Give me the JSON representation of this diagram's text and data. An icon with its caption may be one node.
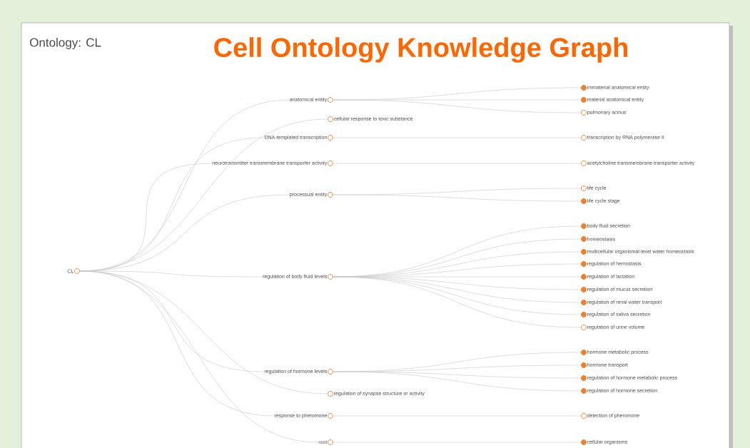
{
  "diagram": {
    "title": "Cell Ontology Knowledge Graph",
    "nodes": [
      {
        "text": [
          "CL"
        ]
      },
      {
        "text": [
          "anatomical entity"
        ]
      },
      {
        "text": [
          "cellular response to toxic substance"
        ]
      },
      {
        "text": [
          "DNA-templated transcription"
        ]
      },
      {
        "text": [
          "neurotransmitter transmembrane transporter activity"
        ]
      },
      {
        "text": [
          "processual entity"
        ]
      },
      {
        "text": [
          "regulation of body fluid levels"
        ]
      },
      {
        "text": [
          "regulation of hormone levels"
        ]
      },
      {
        "text": [
          "regulation of synapse structure or activity"
        ]
      },
      {
        "text": [
          "response to pheromone"
        ]
      },
      {
        "text": [
          "root"
        ]
      },
      {
        "text": [
          "immaterial anatomical entity"
        ]
      },
      {
        "text": [
          "material anatomical entity"
        ]
      },
      {
        "text": [
          "pulmonary acinus"
        ]
      },
      {
        "text": [
          "transcription by RNA polymerase II"
        ]
      },
      {
        "text": [
          "acetylcholine transmembrane transporter activity"
        ]
      },
      {
        "text": [
          "life cycle"
        ]
      },
      {
        "text": [
          "life cycle stage"
        ]
      },
      {
        "text": [
          "body fluid secretion"
        ]
      },
      {
        "text": [
          "homeostasis"
        ]
      },
      {
        "text": [
          "multicellular organismal-level water homeostasis"
        ]
      },
      {
        "text": [
          "regulation of hemostasis"
        ]
      },
      {
        "text": [
          "regulation of lactation"
        ]
      },
      {
        "text": [
          "regulation of mucus secretion"
        ]
      },
      {
        "text": [
          "regulation of renal water transport"
        ]
      },
      {
        "text": [
          "regulation of saliva secretion"
        ]
      },
      {
        "text": [
          "regulation of urine volume"
        ]
      },
      {
        "text": [
          "hormone metabolic process"
        ]
      },
      {
        "text": [
          "hormone transport"
        ]
      },
      {
        "text": [
          "regulation of hormone metabolic process"
        ]
      },
      {
        "text": [
          "regulation of hormone secretion"
        ]
      },
      {
        "text": [
          "detection of pheromone"
        ]
      },
      {
        "text": [
          "cellular organisms"
        ]
      }
    ],
    "edges": [
      {
        "from": 0,
        "to": 1,
        "arrow": "none"
      },
      {
        "from": 0,
        "to": 2,
        "arrow": "none"
      },
      {
        "from": 0,
        "to": 3,
        "arrow": "none"
      },
      {
        "from": 0,
        "to": 4,
        "arrow": "none"
      },
      {
        "from": 0,
        "to": 5,
        "arrow": "none"
      },
      {
        "from": 0,
        "to": 6,
        "arrow": "none"
      },
      {
        "from": 0,
        "to": 7,
        "arrow": "none"
      },
      {
        "from": 0,
        "to": 8,
        "arrow": "none"
      },
      {
        "from": 0,
        "to": 9,
        "arrow": "none"
      },
      {
        "from": 0,
        "to": 10,
        "arrow": "none"
      },
      {
        "from": 1,
        "to": 11,
        "arrow": "none"
      },
      {
        "from": 1,
        "to": 12,
        "arrow": "none"
      },
      {
        "from": 1,
        "to": 13,
        "arrow": "none"
      },
      {
        "from": 3,
        "to": 14,
        "arrow": "none"
      },
      {
        "from": 4,
        "to": 15,
        "arrow": "none"
      },
      {
        "from": 5,
        "to": 16,
        "arrow": "none"
      },
      {
        "from": 5,
        "to": 17,
        "arrow": "none"
      },
      {
        "from": 6,
        "to": 18,
        "arrow": "none"
      },
      {
        "from": 6,
        "to": 19,
        "arrow": "none"
      },
      {
        "from": 6,
        "to": 20,
        "arrow": "none"
      },
      {
        "from": 6,
        "to": 21,
        "arrow": "none"
      },
      {
        "from": 6,
        "to": 22,
        "arrow": "none"
      },
      {
        "from": 6,
        "to": 23,
        "arrow": "none"
      },
      {
        "from": 6,
        "to": 24,
        "arrow": "none"
      },
      {
        "from": 6,
        "to": 25,
        "arrow": "none"
      },
      {
        "from": 6,
        "to": 26,
        "arrow": "none"
      },
      {
        "from": 7,
        "to": 27,
        "arrow": "none"
      },
      {
        "from": 7,
        "to": 28,
        "arrow": "none"
      },
      {
        "from": 7,
        "to": 29,
        "arrow": "none"
      },
      {
        "from": 7,
        "to": 30,
        "arrow": "none"
      },
      {
        "from": 9,
        "to": 31,
        "arrow": "none"
      },
      {
        "from": 10,
        "to": 32,
        "arrow": "none"
      }
    ],
    "labels": [
      "Ontology: CL"
    ]
  }
}
